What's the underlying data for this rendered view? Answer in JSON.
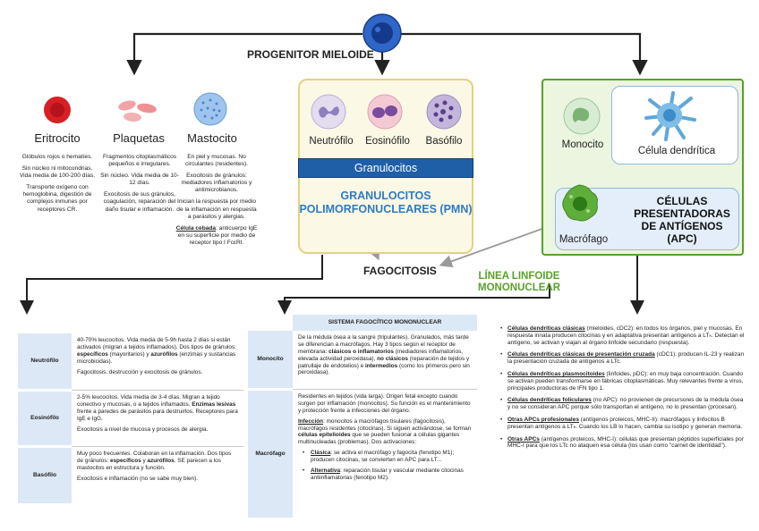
{
  "progenitor": {
    "label": "PROGENITOR MIELOIDE"
  },
  "eritrocito": {
    "title": "Eritrocito",
    "lines": [
      "Glóbulos rojos o hematíes.",
      "Sin núcleo ni mitocondrias. Vida media de 100-200 días.",
      "Transporte oxígeno con hemoglobina, digestión de complejos inmunes por receptores CR."
    ]
  },
  "plaquetas": {
    "title": "Plaquetas",
    "lines": [
      "Fragmentos citoplasmáticos pequeños e irregulares.",
      "Sin núcleo. Vida media de 10-12 días.",
      "Exocitosis de sus gránulos, coagulación, reparación del daño tisular e inflamación."
    ]
  },
  "mastocito": {
    "title": "Mastocito",
    "lines": [
      "En piel y mucosas. No circulantes (residentes).",
      "Exocitosis de gránulos: mediadores inflamatorios y antimicrobianos.",
      "Inician la respuesta por medio de la inflamación en respuesta a parásitos y alergias."
    ],
    "cebada_title": "Célula cebada",
    "cebada_text": ": anticuerpo IgE en su superficie por medio de receptor tipo I FcεRI."
  },
  "pmn": {
    "neutrofilo": "Neutrófilo",
    "eosinofilo": "Eosinófilo",
    "basofilo": "Basófilo",
    "bar": "Granulocitos",
    "title": "GRANULOCITOS POLIMORFONUCLEARES (PMN)"
  },
  "apc": {
    "monocito": "Monocito",
    "dendritica": "Célula dendrítica",
    "macrofago": "Macrófago",
    "title": "CÉLULAS PRESENTADORAS DE ANTÍGENOS (APC)"
  },
  "fagocitosis": "FAGOCITOSIS",
  "linfoide": "LÍNEA LINFOIDE MONONUCLEAR",
  "left_table": [
    {
      "name": "Neutrófilo",
      "p1a": "40-70% leucocitos. Vida media de 5-9h hasta 2 días si están activados (migran a tejidos inflamados). Dos tipos de gránulos: ",
      "p1b": "específicos",
      "p1c": " (mayoritarios) y ",
      "p1d": "azurófilos",
      "p1e": " (enzimas y sustancias microbicidas).",
      "p2": "Fagocitosis, destrucción y exocitosis de gránulos."
    },
    {
      "name": "Eosinófilo",
      "p1a": "2-5% leucocitos. Vida media de 3-4 días. Migran a tejido conectivo y mucosas, o a tejidos inflamados. ",
      "p1b": "Enzimas lesivas",
      "p1c": " frente a paredes de parásitos para destruirlos. Receptores para IgE e IgG.",
      "p1d": "",
      "p1e": "",
      "p2": "Exocitosis a nivel de mucosa y procesos de alergia."
    },
    {
      "name": "Basófilo",
      "p1a": "Muy poco frecuentes. Colaboran en la inflamación. Dos tipos de gránulos: ",
      "p1b": "específicos",
      "p1c": " y ",
      "p1d": "azurófilos",
      "p1e": ". SE parecen a los mastocitos en estructura y función.",
      "p2": "Exocitosis e inflamación (no se sabe muy bien)."
    }
  ],
  "mid_table": {
    "header": "SISTEMA FAGOCÍTICO MONONUCLEAR",
    "monocito": {
      "name": "Monocito",
      "a": "De la médula ósea a la sangre (tripulantes). Granulados, más tarde se diferencian a macrófagos. Hay 3 tipos según el receptor de membrana: ",
      "b": "clásicos o inflamatorios",
      "c": " (mediadores inflamatorios, elevada actividad peroxidasa), ",
      "d": "no clásicos",
      "e": " (reparación de tejidos y patrullaje de endotelios) e ",
      "f": "intermedios",
      "g": " (como los primeros pero sin peroxidasa)."
    },
    "macrofago": {
      "name": "Macrófago",
      "p1": "Residentes en tejidos (vida larga). Origen fetal excepto cuando surgen por inflamación (monocitos). Su función es el mantenimiento y protección frente a infecciones del órgano.",
      "inf_t": "Infección",
      "inf_a": ": monocitos a macrófagos tisulares (fagocitosis), macrófagos residentes (citocinas). Si siguen activándose, se forman ",
      "inf_b": "células epitelioides",
      "inf_c": " que se pueden fusionar a células gigantes multinucleadas (problemas). Dos activaciones:",
      "clasica_t": "Clásica",
      "clasica": ": se activa el macrófago y fagocita (fenotipo M1); producen citocinas, se convierten en APC para LT...",
      "alt_t": "Alternativa",
      "alt": ": reparación tisular y vascular mediante citocinas antiinflamatorias (fenotipo M2)."
    }
  },
  "right_list": [
    {
      "t": "Células dendríticas clásicas",
      "d": " (mieloides, cDC2): en todos los órganos, piel y mucosas. En respuesta innata producen citocinas y en adaptativa presentan antígenos a LTₕ. Detectan el antígeno, se activan y viajan al órgano linfoide secundario (respuesta)."
    },
    {
      "t": "Células dendríticas clásicas de presentación cruzada",
      "d": " (cDC1): producen IL-23 y realizan la presentación cruzada de antígenos a LTc."
    },
    {
      "t": "Células dendríticas plasmocitoides",
      "d": " (linfoides, pDC): en muy baja concentración. Cuando se activan pueden transformarse en fábricas citoplasmáticas. Muy relevantes frente a virus, principales productoras de IFN tipo 1."
    },
    {
      "t": "Células dendríticas foliculares",
      "d": " (no APC): no provienen de precursores de la médula ósea y no se consideran APC porque sólo transportan el antígeno, no lo presentan (procesan)."
    },
    {
      "t": "Otras APCs profesionales",
      "d": " (antígenos proteicos, MHC-II): macrófagos y linfocitos B presentan antígenos a LTₕ. Cuando los LB lo hacen, cambia su isotipo y generan memoria."
    },
    {
      "t": "Otras APCs",
      "d": " (antígenos proteicos, MHC-I): células que presentan péptidos superficiales por MHC-I para que los LTc no ataquen esa célula (los usan como \"carnet de identidad\")."
    }
  ]
}
